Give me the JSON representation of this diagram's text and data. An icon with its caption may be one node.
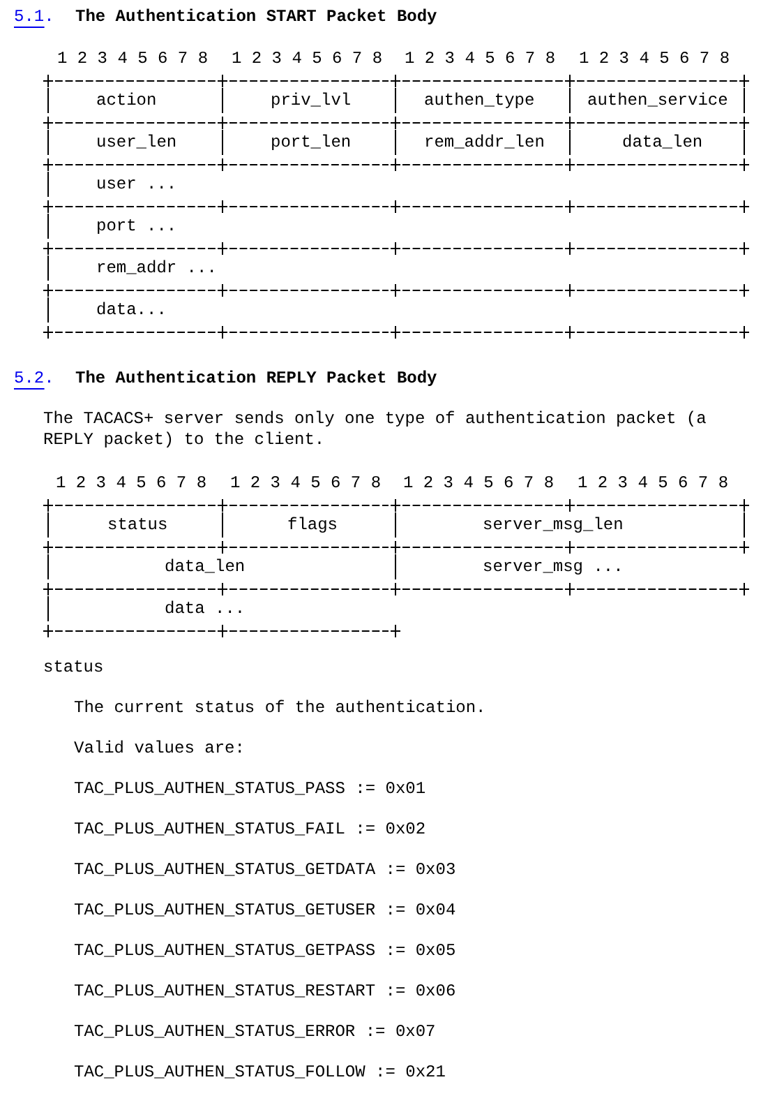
{
  "diagram": {
    "nodes": [
      {
        "text": [
          "action"
        ]
      },
      {
        "text": [
          "priv_lvl"
        ]
      },
      {
        "text": [
          "authen_type"
        ]
      },
      {
        "text": [
          "authen_service"
        ]
      },
      {
        "text": [
          "user_len"
        ]
      },
      {
        "text": [
          "port_len"
        ]
      },
      {
        "text": [
          "rem_addr_len"
        ]
      },
      {
        "text": [
          "data_len"
        ]
      },
      {
        "text": [
          "user ..."
        ]
      },
      {
        "text": [
          "port ..."
        ]
      },
      {
        "text": [
          "rem_addr ..."
        ]
      },
      {
        "text": [
          "data..."
        ]
      },
      {
        "text": [
          "status"
        ]
      },
      {
        "text": [
          "flags"
        ]
      },
      {
        "text": [
          "server_msg_len"
        ]
      },
      {
        "text": [
          "data_len"
        ]
      },
      {
        "text": [
          "server_msg ..."
        ]
      },
      {
        "text": [
          "data ..."
        ]
      }
    ],
    "labels": [
      "5.1.",
      "The Authentication START Packet Body",
      "1 2 3 4 5 6 7 8",
      "1 2 3 4 5 6 7 8",
      "1 2 3 4 5 6 7 8",
      "1 2 3 4 5 6 7 8",
      "5.2.",
      "The Authentication REPLY Packet Body",
      "The TACACS+ server sends only one type of authentication packet (a REPLY packet) to the client.",
      "1 2 3 4 5 6 7 8",
      "1 2 3 4 5 6 7 8",
      "1 2 3 4 5 6 7 8",
      "1 2 3 4 5 6 7 8",
      "status",
      "The current status of the authentication.",
      "Valid values are:",
      "TAC_PLUS_AUTHEN_STATUS_PASS := 0x01",
      "TAC_PLUS_AUTHEN_STATUS_FAIL := 0x02",
      "TAC_PLUS_AUTHEN_STATUS_GETDATA := 0x03",
      "TAC_PLUS_AUTHEN_STATUS_GETUSER := 0x04",
      "TAC_PLUS_AUTHEN_STATUS_GETPASS := 0x05",
      "TAC_PLUS_AUTHEN_STATUS_RESTART := 0x06",
      "TAC_PLUS_AUTHEN_STATUS_ERROR := 0x07",
      "TAC_PLUS_AUTHEN_STATUS_FOLLOW := 0x21"
    ]
  }
}
